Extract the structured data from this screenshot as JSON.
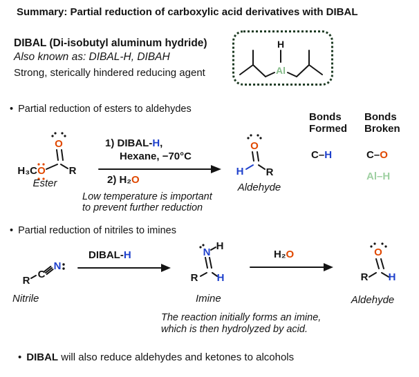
{
  "colors": {
    "accent_blue": "#1f41cc",
    "accent_red": "#e04800",
    "accent_green": "#9fd0a2",
    "text": "#141414",
    "background": "#ffffff"
  },
  "title": "Summary: Partial reduction of carboxylic acid derivatives with DIBAL",
  "dibal": {
    "name": "DIBAL (Di-isobutyl aluminum hydride)",
    "aka": "Also known as: DIBAL-H, DIBAH",
    "desc": "Strong, sterically hindered reducing agent",
    "structure": {
      "h": "H",
      "al": "Al"
    }
  },
  "esters": {
    "bullet": "•",
    "heading": "Partial reduction of esters to aldehydes",
    "ester": {
      "ch3": "H₃C",
      "o_ether": "O",
      "o_carbonyl": "O",
      "r": "R",
      "label": "Ester"
    },
    "conditions": {
      "line1_pre": "1) DIBAL-",
      "line1_h": "H",
      "line1_post": ",",
      "line2": "Hexane, −70°C",
      "line3_pre": "2) H₂",
      "line3_o": "O",
      "note1": "Low temperature is important",
      "note2": "to prevent further reduction"
    },
    "aldehyde": {
      "h": "H",
      "o": "O",
      "r": "R",
      "label": "Aldehyde"
    }
  },
  "bonds": {
    "formed_title1": "Bonds",
    "formed_title2": "Formed",
    "broken_title1": "Bonds",
    "broken_title2": "Broken",
    "formed_ch_pre": "C–",
    "formed_ch_h": "H",
    "broken_co_pre": "C–",
    "broken_co_o": "O",
    "broken_alh": "Al–H"
  },
  "nitriles": {
    "bullet": "•",
    "heading": "Partial reduction of nitriles to imines",
    "nitrile": {
      "r": "R",
      "c": "C",
      "n": "N",
      "label": "Nitrile"
    },
    "arrow1": {
      "pre": "DIBAL-",
      "h": "H"
    },
    "imine": {
      "n": "N",
      "h_top": "H",
      "r": "R",
      "h_c": "H",
      "label": "Imine"
    },
    "arrow2": {
      "pre": "H₂",
      "o": "O"
    },
    "aldehyde": {
      "o": "O",
      "r": "R",
      "h": "H",
      "label": "Aldehyde"
    },
    "note1": "The reaction initially forms an imine,",
    "note2": "which is then hydrolyzed by acid."
  },
  "footer": {
    "bullet": "•",
    "bold": "DIBAL",
    "rest": " will also reduce aldehydes and ketones to alcohols"
  }
}
